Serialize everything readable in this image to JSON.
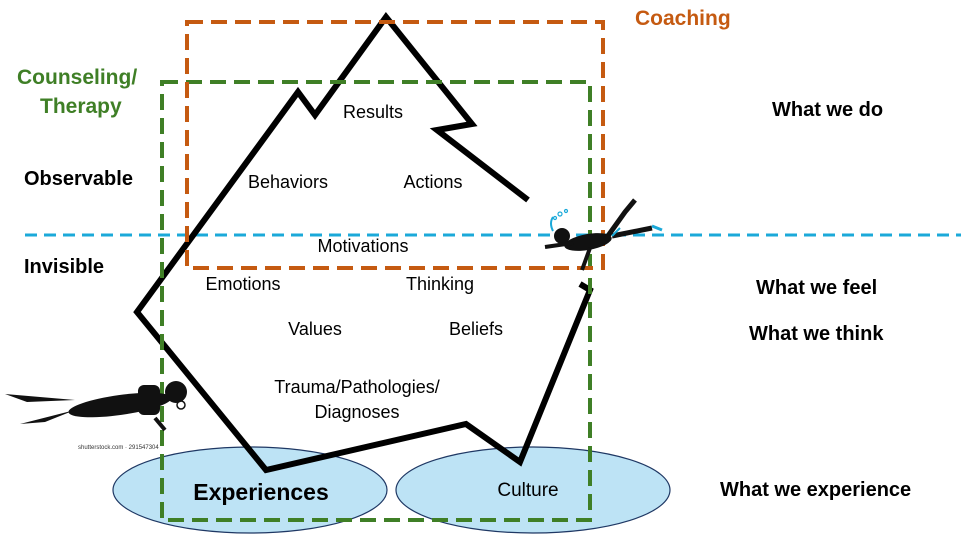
{
  "coaching_label": "Coaching",
  "counseling_label_line1": "Counseling/",
  "counseling_label_line2": "Therapy",
  "observable_label": "Observable",
  "invisible_label": "Invisible",
  "iceberg_items": {
    "results": "Results",
    "behaviors": "Behaviors",
    "actions": "Actions",
    "motivations": "Motivations",
    "emotions": "Emotions",
    "thinking": "Thinking",
    "values": "Values",
    "beliefs": "Beliefs",
    "trauma_line1": "Trauma/Pathologies/",
    "trauma_line2": "Diagnoses"
  },
  "ellipses": {
    "experiences": "Experiences",
    "culture": "Culture"
  },
  "right_labels": {
    "do": "What we do",
    "feel": "What we feel",
    "think": "What we think",
    "experience": "What we experience"
  },
  "watermark": "shutterstock.com · 291547304",
  "colors": {
    "coaching": "#C55A11",
    "counseling": "#3F7F26",
    "waterline": "#1BA9D9",
    "ellipse_fill": "#BDE3F5",
    "ellipse_stroke": "#1F3864"
  },
  "icons": [
    "iceberg-outline",
    "snorkeler-icon",
    "scuba-diver-icon"
  ]
}
